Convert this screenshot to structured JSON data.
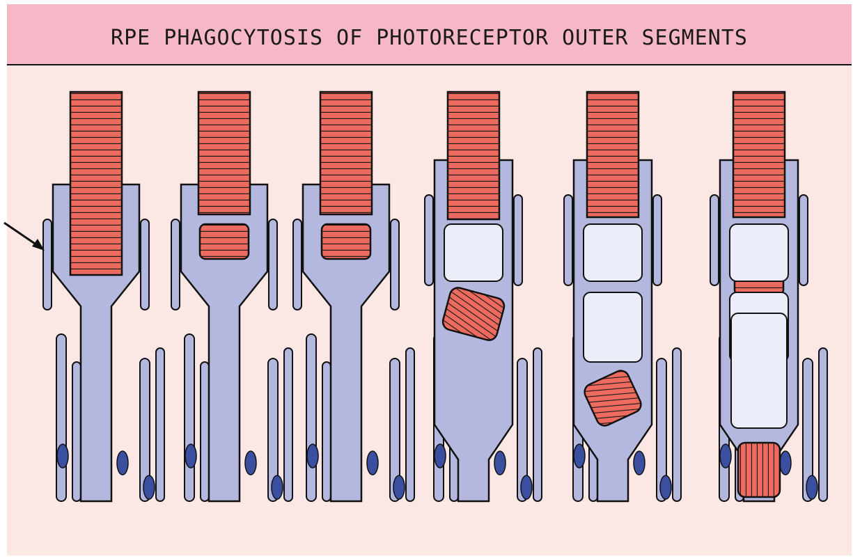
{
  "title": "RPE PHAGOCYTOSIS OF PHOTORECEPTOR OUTER SEGMENTS",
  "colors": {
    "title_band": "#f6b8c6",
    "background": "#fbe7e3",
    "cell_body": "#b4b8de",
    "vacuole": "#ebeef8",
    "disc_stack": "#ec6a5e",
    "nucleus": "#3b4fa0",
    "outline": "#111111"
  },
  "icons": [
    "pointer-arrow-icon"
  ],
  "stages": [
    {
      "shed_packet": false,
      "phagosome": "none"
    },
    {
      "shed_packet": true,
      "phagosome": "none"
    },
    {
      "shed_packet": true,
      "phagosome": "none"
    },
    {
      "shed_packet": false,
      "phagosome": "upper"
    },
    {
      "shed_packet": true,
      "phagosome": "middle"
    },
    {
      "shed_packet": true,
      "phagosome": "lower"
    }
  ]
}
